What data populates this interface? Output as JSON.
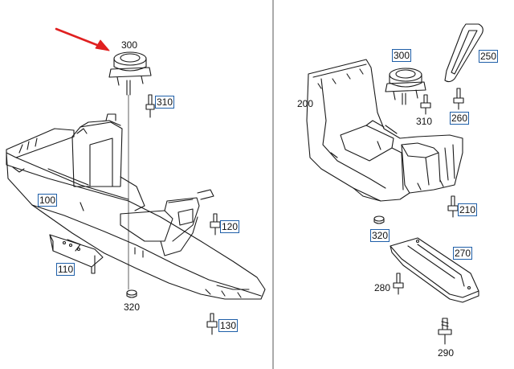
{
  "colors": {
    "line": "#1a1a1a",
    "label_box": "#1f5fa8",
    "arrow": "#e02020",
    "divider": "#555555"
  },
  "left_panel": {
    "labels": {
      "p300": "300",
      "p310": "310",
      "p100": "100",
      "p120": "120",
      "p110": "110",
      "p320": "320",
      "p130": "130"
    }
  },
  "right_panel": {
    "labels": {
      "p300": "300",
      "p250": "250",
      "p200": "200",
      "p310": "310",
      "p260": "260",
      "p210": "210",
      "p320": "320",
      "p270": "270",
      "p280": "280",
      "p290": "290"
    }
  }
}
